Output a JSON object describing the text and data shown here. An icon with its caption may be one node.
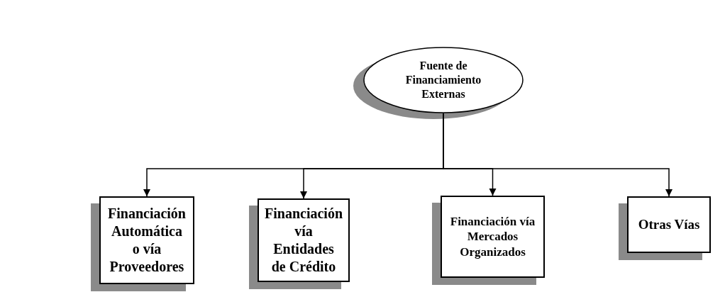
{
  "diagram": {
    "nodes": [
      {
        "text": [
          "Fuente de Financiamiento Externas"
        ]
      },
      {
        "text": [
          "Financiación Automática o vía Proveedores"
        ]
      },
      {
        "text": [
          "Financiación vía Entidades de Crédito"
        ]
      },
      {
        "text": [
          "Financiación vía Mercados Organizados"
        ]
      },
      {
        "text": [
          "Otras Vías"
        ]
      }
    ],
    "edges": [
      {
        "from": 0,
        "to": 1,
        "arrow": "to"
      },
      {
        "from": 0,
        "to": 2,
        "arrow": "to"
      },
      {
        "from": 0,
        "to": 3,
        "arrow": "to"
      },
      {
        "from": 0,
        "to": 4,
        "arrow": "to"
      }
    ]
  }
}
